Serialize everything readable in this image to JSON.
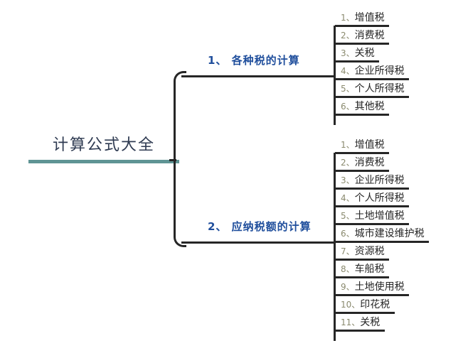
{
  "document": {
    "title": "计算公式大全",
    "type": "mind-map"
  },
  "colors": {
    "background": "#ffffff",
    "root_text": "#2f3b52",
    "root_underline": "#5f9494",
    "branch_text": "#1f4e9c",
    "line": "#262626",
    "leaf_text": "#262626",
    "leaf_number": "#8a8a6e"
  },
  "root": {
    "label": "计算公式大全"
  },
  "branches": [
    {
      "number": "1、",
      "label": "各种税的计算",
      "full_label": "1、各种税的计算",
      "leaves": [
        {
          "number": "1、",
          "label": "增值税"
        },
        {
          "number": "2、",
          "label": "消费税"
        },
        {
          "number": "3、",
          "label": "关税"
        },
        {
          "number": "4、",
          "label": "企业所得税"
        },
        {
          "number": "5、",
          "label": "个人所得税"
        },
        {
          "number": "6、",
          "label": "其他税"
        }
      ]
    },
    {
      "number": "2、",
      "label": "应纳税额的计算",
      "full_label": "2、应纳税额的计算",
      "leaves": [
        {
          "number": "1、",
          "label": "增值税"
        },
        {
          "number": "2、",
          "label": "消费税"
        },
        {
          "number": "3、",
          "label": "企业所得税"
        },
        {
          "number": "4、",
          "label": "个人所得税"
        },
        {
          "number": "5、",
          "label": "土地增值税"
        },
        {
          "number": "6、",
          "label": "城市建设维护税"
        },
        {
          "number": "7、",
          "label": "资源税"
        },
        {
          "number": "8、",
          "label": "车船税"
        },
        {
          "number": "9、",
          "label": "土地使用税"
        },
        {
          "number": "10、",
          "label": "印花税"
        },
        {
          "number": "11、",
          "label": "关税"
        }
      ]
    }
  ]
}
